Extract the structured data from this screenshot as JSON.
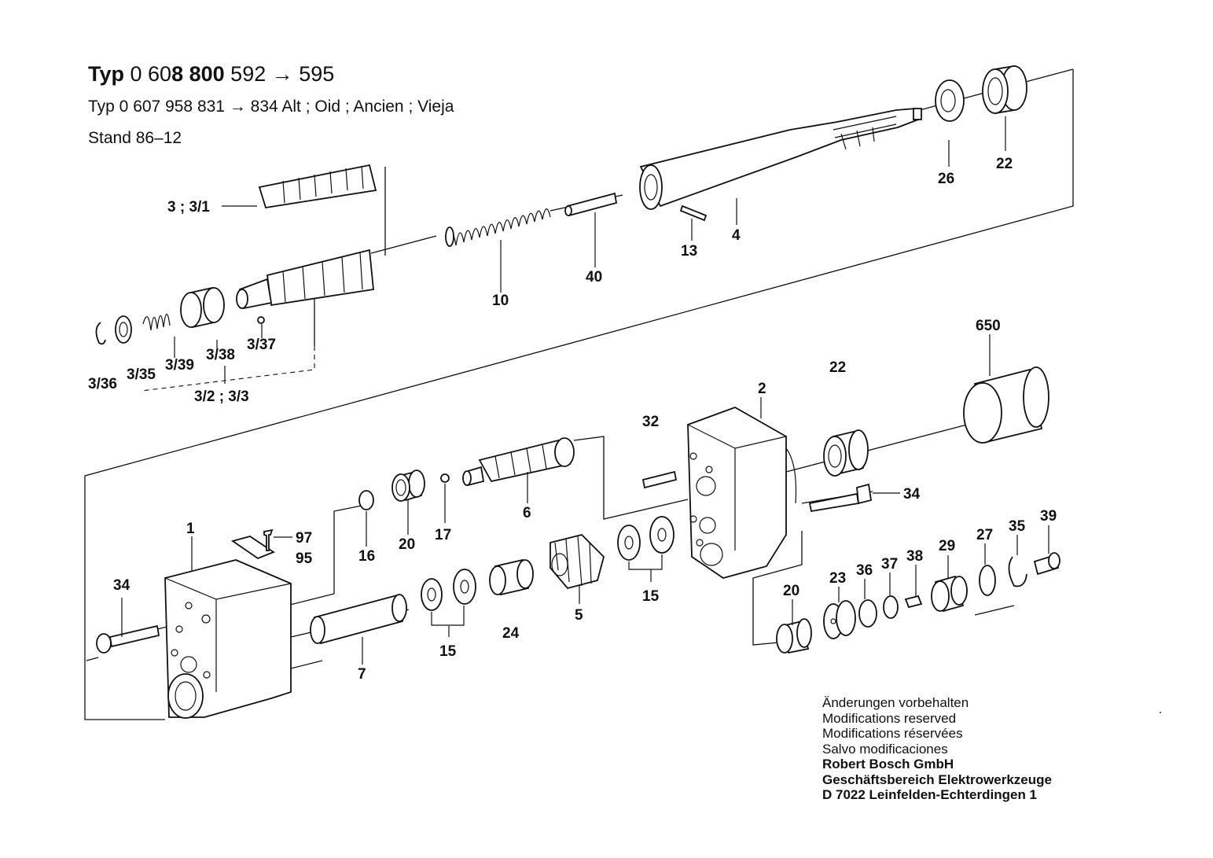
{
  "header": {
    "line1_typ": "Typ",
    "line1_num_a": "0 60",
    "line1_num_b": "8 800",
    "line1_num_c": "592",
    "line1_arrow": "→",
    "line1_num_d": "595",
    "line2": "Typ 0 607 958 831  →  834  Alt ; Oid ; Ancien ; Vieja",
    "line3": "Stand  86–12"
  },
  "labels": {
    "p3": "3 ; 3/1",
    "p10": "10",
    "p40": "40",
    "p13": "13",
    "p4": "4",
    "p26": "26",
    "p22a": "22",
    "p3_36": "3/36",
    "p3_35": "3/35",
    "p3_39": "3/39",
    "p3_38": "3/38",
    "p3_37": "3/37",
    "p3_2": "3/2 ; 3/3",
    "p650": "650",
    "p22b": "22",
    "p2": "2",
    "p32": "32",
    "p34a": "34",
    "p6": "6",
    "p16": "16",
    "p20a": "20",
    "p17": "17",
    "p1": "1",
    "p97": "97",
    "p95": "95",
    "p34b": "34",
    "p7": "7",
    "p15a": "15",
    "p24": "24",
    "p5": "5",
    "p15b": "15",
    "p20b": "20",
    "p23": "23",
    "p36": "36",
    "p37": "37",
    "p38": "38",
    "p29": "29",
    "p27": "27",
    "p35": "35",
    "p39": "39"
  },
  "footer": {
    "line1": "Änderungen vorbehalten",
    "line2": "Modifications reserved",
    "line3": "Modifications réservées",
    "line4": "Salvo modificaciones",
    "company": "Robert Bosch GmbH",
    "division": "Geschäftsbereich Elektrowerkzeuge",
    "address": "D 7022 Leinfelden-Echterdingen 1"
  }
}
